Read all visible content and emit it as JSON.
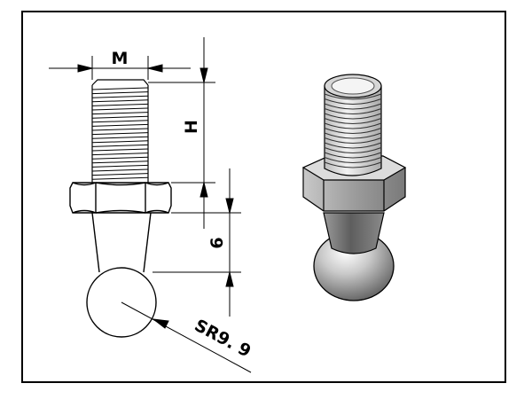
{
  "labels": {
    "thread_size": "M",
    "thread_length": "H",
    "neck_length": "6",
    "ball_radius": "SR9. 9"
  },
  "colors": {
    "line": "#000000",
    "background": "#ffffff",
    "metal_light": "#e8e8e8",
    "metal_mid": "#b8b8b8",
    "metal_dark": "#6e6e6e"
  }
}
